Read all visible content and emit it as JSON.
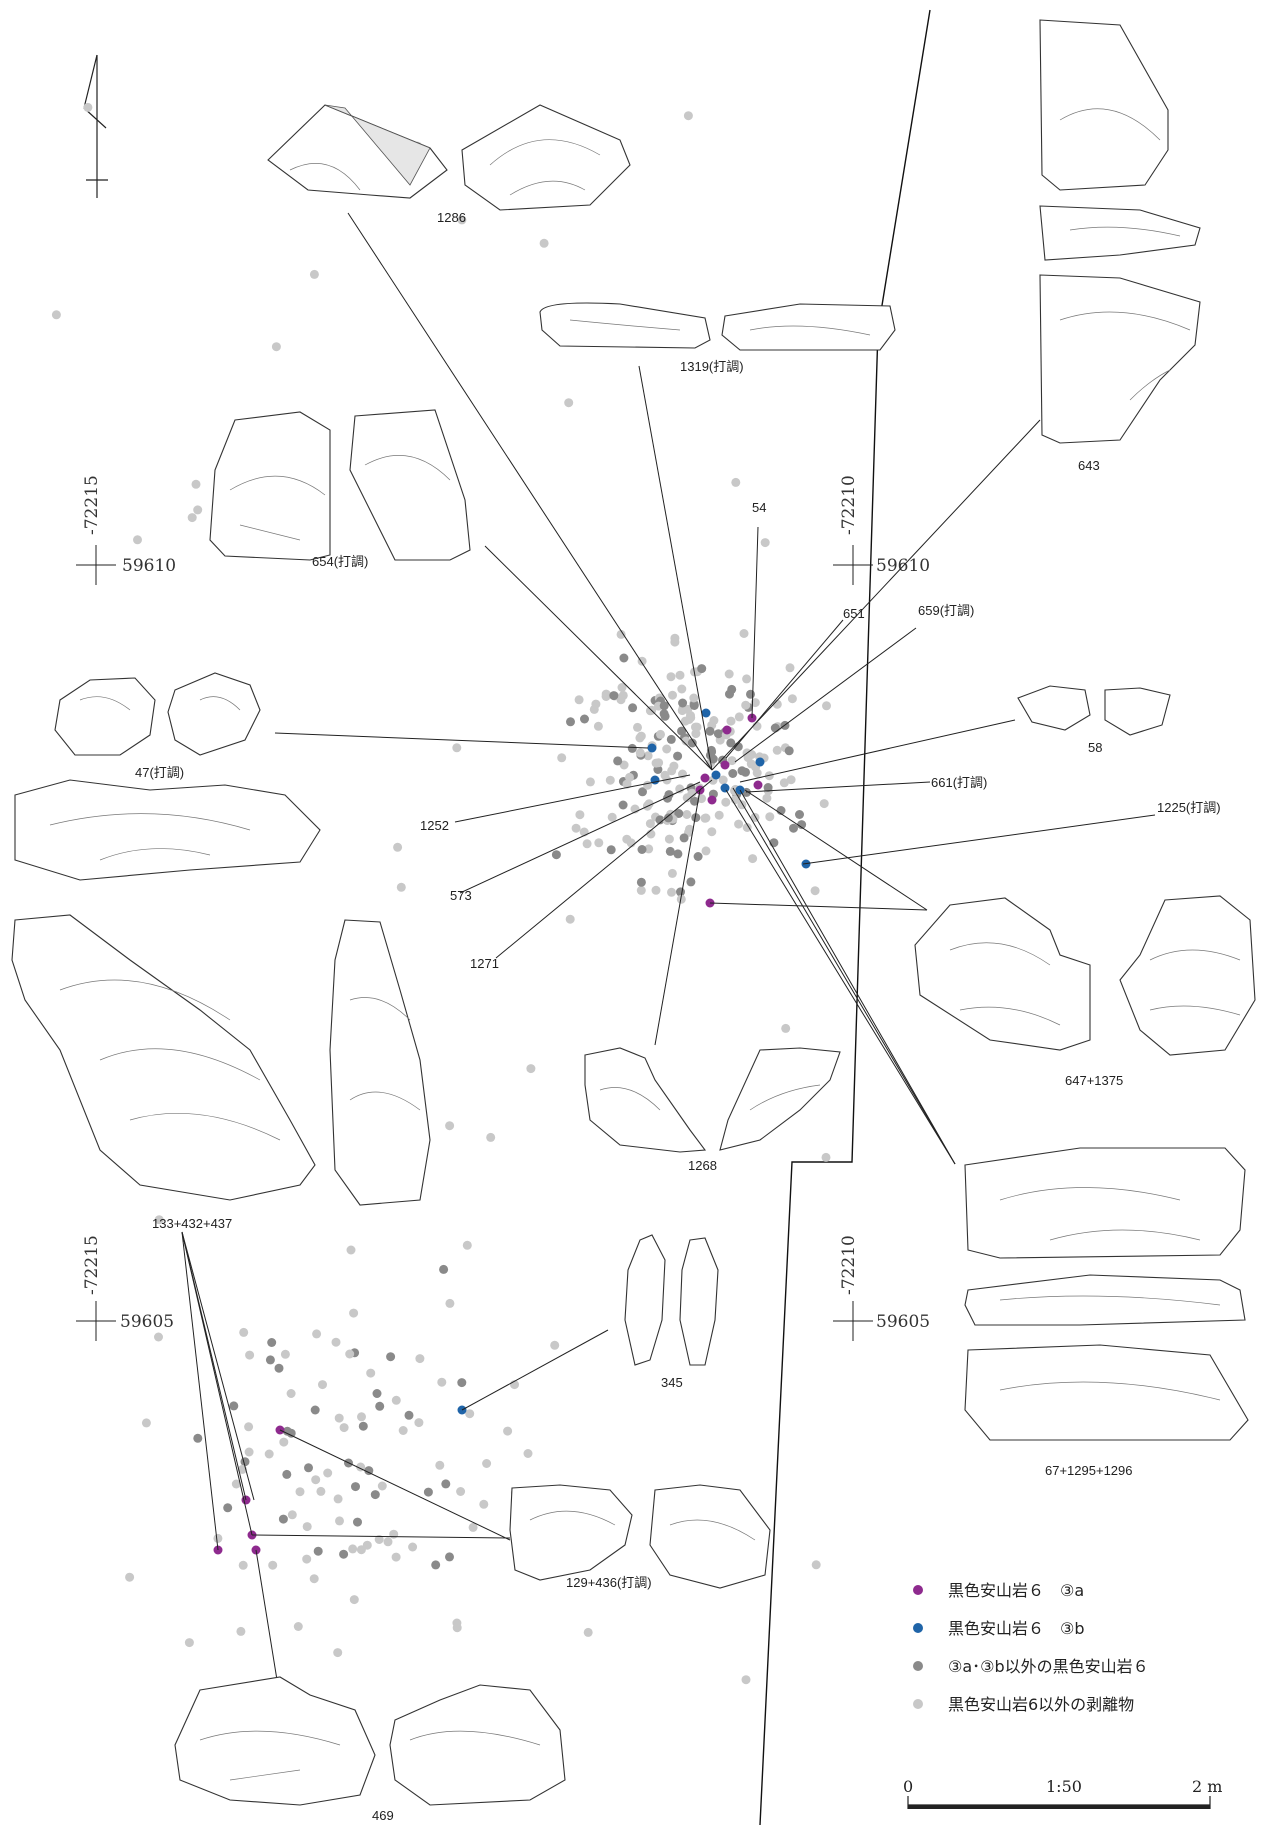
{
  "artifacts": [
    {
      "id": "a1286",
      "label": "1286"
    },
    {
      "id": "a1319",
      "label": "1319(打調)"
    },
    {
      "id": "a643",
      "label": "643"
    },
    {
      "id": "a654",
      "label": "654(打調)"
    },
    {
      "id": "a47",
      "label": "47(打調)"
    },
    {
      "id": "a58",
      "label": "58"
    },
    {
      "id": "a647",
      "label": "647+1375"
    },
    {
      "id": "a133",
      "label": "133+432+437"
    },
    {
      "id": "a1268",
      "label": "1268"
    },
    {
      "id": "a67",
      "label": "67+1295+1296"
    },
    {
      "id": "a345",
      "label": "345"
    },
    {
      "id": "a129",
      "label": "129+436(打調)"
    },
    {
      "id": "a469",
      "label": "469"
    }
  ],
  "pointer_labels": {
    "p54": "54",
    "p651": "651",
    "p659": "659(打調)",
    "p661": "661(打調)",
    "p1225": "1225(打調)",
    "p1252": "1252",
    "p573": "573",
    "p1271": "1271"
  },
  "grid_markers": [
    {
      "id": "g1",
      "x_label": "-72215",
      "y_label": "59610"
    },
    {
      "id": "g2",
      "x_label": "-72210",
      "y_label": "59610"
    },
    {
      "id": "g3",
      "x_label": "-72215",
      "y_label": "59605"
    },
    {
      "id": "g4",
      "x_label": "-72210",
      "y_label": "59605"
    }
  ],
  "legend": [
    {
      "label": "黒色安山岩６　③a",
      "color": "#8e2a8e"
    },
    {
      "label": "黒色安山岩６　③b",
      "color": "#1f64a8"
    },
    {
      "label": "③a･③b以外の黒色安山岩６",
      "color": "#8a8a8a"
    },
    {
      "label": "黒色安山岩6以外の剥離物",
      "color": "#c8c8c8"
    }
  ],
  "scale_bar": {
    "start": "0",
    "middle": "1:50",
    "end": "2 m"
  },
  "colors": {
    "dot_3a": "#8e2a8e",
    "dot_3b": "#1f64a8",
    "dot_other_andesite": "#8a8a8a",
    "dot_other_debitage": "#c8c8c8"
  },
  "icons": {
    "north": "north-arrow-icon"
  }
}
